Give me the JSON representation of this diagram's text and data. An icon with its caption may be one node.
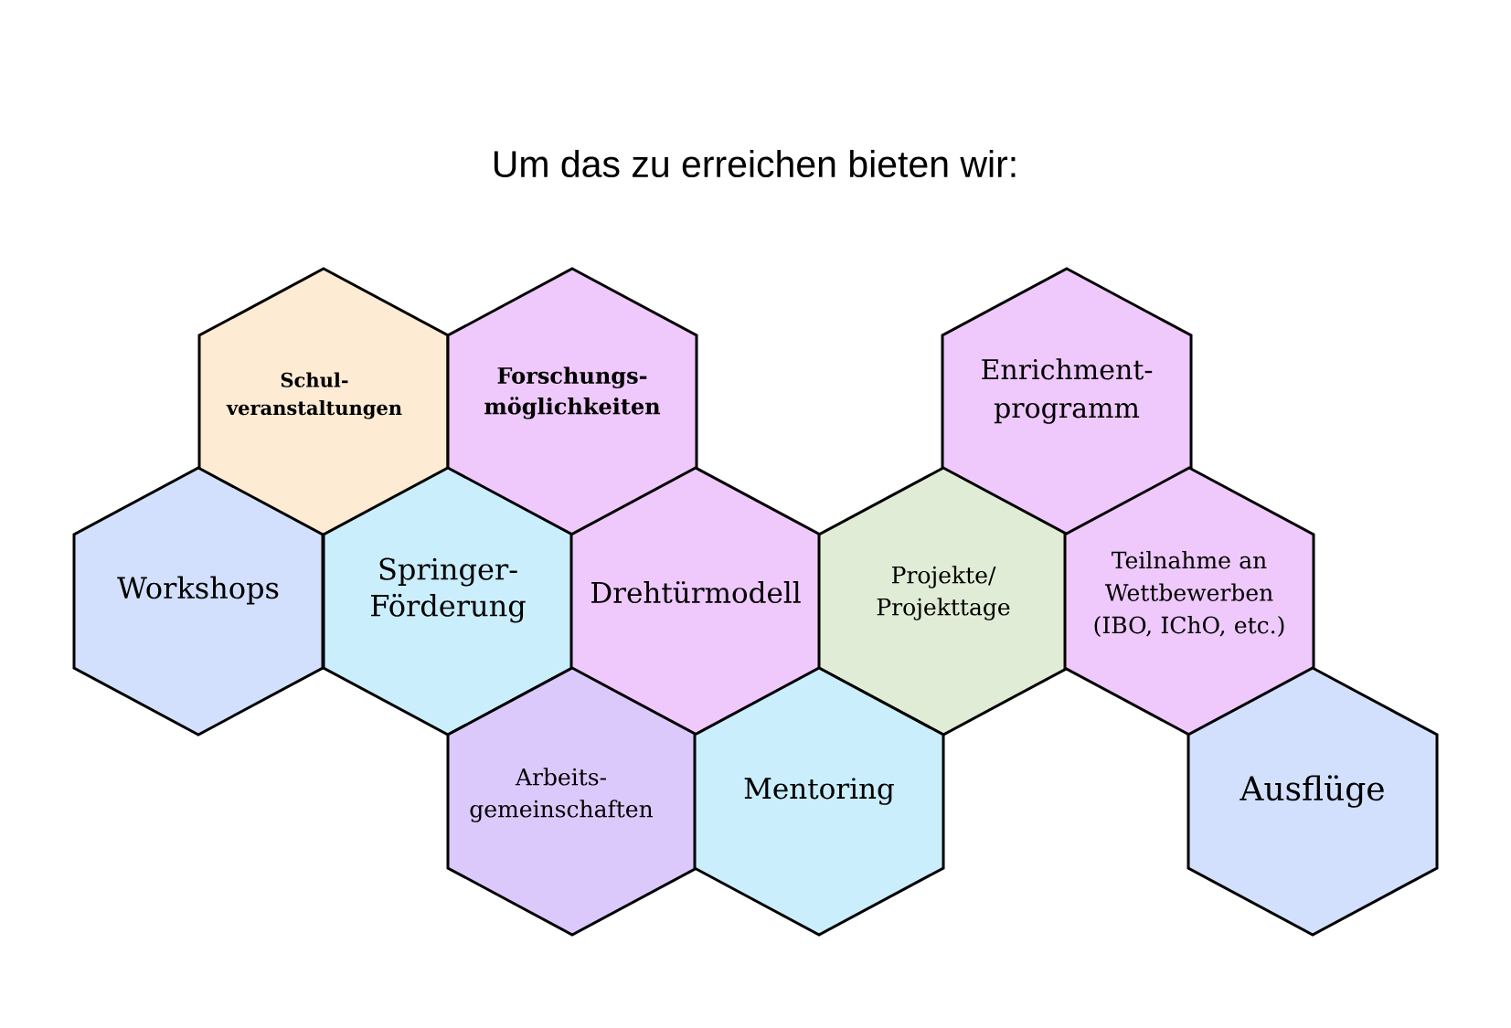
{
  "diagram": {
    "title": "Um das zu erreichen bieten wir:",
    "nodes": [
      {
        "text": [
          "Schul- veranstaltungen"
        ]
      },
      {
        "text": [
          "Forschungs- möglichkeiten"
        ]
      },
      {
        "text": [
          "Enrichment- programm"
        ]
      },
      {
        "text": [
          "Workshops"
        ]
      },
      {
        "text": [
          "Springer- Förderung"
        ]
      },
      {
        "text": [
          "Drehtürmodell"
        ]
      },
      {
        "text": [
          "Projekte/ Projekttage"
        ]
      },
      {
        "text": [
          "Teilnahme an Wettbewerben (IBO, IChO, etc.)"
        ]
      },
      {
        "text": [
          "Arbeits- gemeinschaften"
        ]
      },
      {
        "text": [
          "Mentoring"
        ]
      },
      {
        "text": [
          "Ausflüge"
        ]
      }
    ]
  }
}
